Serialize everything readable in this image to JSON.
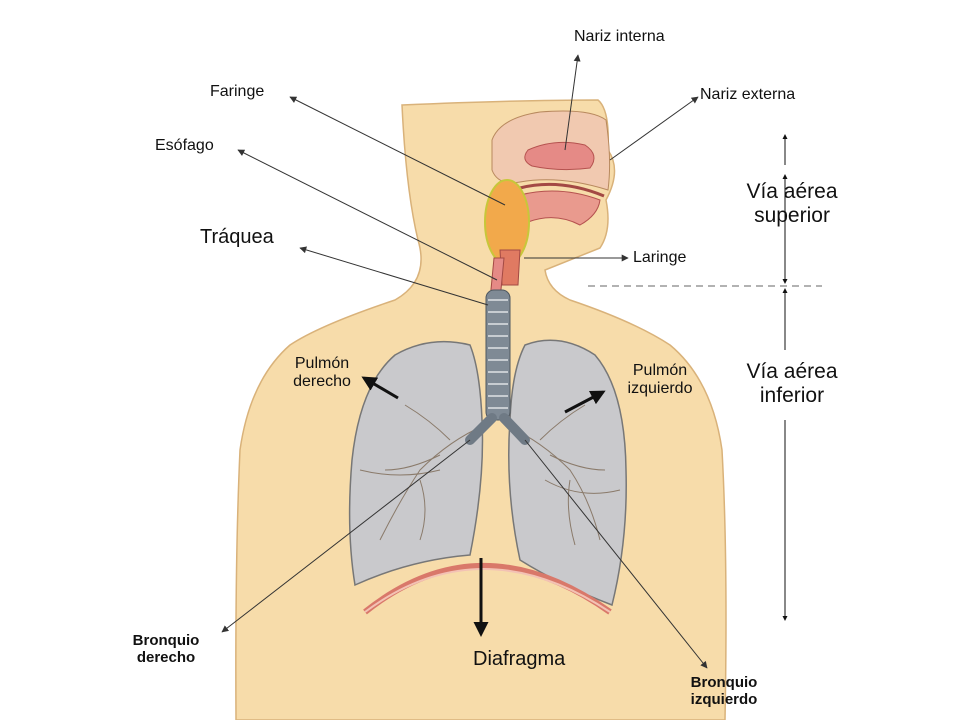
{
  "labels": {
    "nariz_interna": "Nariz interna",
    "nariz_externa": "Nariz externa",
    "faringe": "Faringe",
    "esofago": "Esófago",
    "traquea": "Tráquea",
    "laringe": "Laringe",
    "pulmon_derecho": [
      "Pulmón",
      "derecho"
    ],
    "pulmon_izquierdo": [
      "Pulmón",
      "izquierdo"
    ],
    "bronquio_derecho": [
      "Bronquio",
      "derecho"
    ],
    "bronquio_izquierdo": [
      "Bronquio",
      "izquierdo"
    ],
    "diafragma": "Diafragma"
  },
  "sections": {
    "superior": [
      "Vía aérea",
      "superior"
    ],
    "inferior": [
      "Vía aérea",
      "inferior"
    ]
  },
  "colors": {
    "skin": "#f7dcaa",
    "skin_edge": "#d9b27a",
    "lung": "#c9c9cc",
    "trachea": "#7f8a95",
    "nasal": "#e58a86",
    "pharynx": "#f2a94b",
    "diaphragm": "#d9786a",
    "line": "#333333"
  }
}
